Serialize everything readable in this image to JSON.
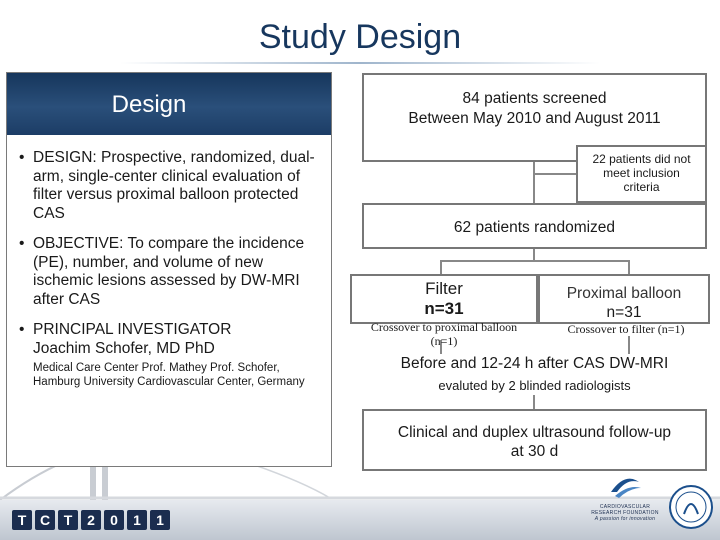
{
  "title": "Study Design",
  "left_panel": {
    "header": "Design",
    "design_label": "DESIGN:",
    "design_text": " Prospective, randomized, dual-arm, single-center clinical evaluation of filter versus proximal balloon protected CAS",
    "objective_label": "OBJECTIVE:",
    "objective_text": "   To compare the incidence (PE), number, and volume of new ischemic lesions assessed by DW-MRI after CAS",
    "pi_label": "PRINCIPAL INVESTIGATOR",
    "pi_name": "Joachim Schofer, MD PhD",
    "pi_affiliation": "Medical Care Center Prof. Mathey Prof. Schofer, Hamburg University Cardiovascular Center, Germany"
  },
  "flow": {
    "screened_line1": "84 patients screened",
    "screened_line2": "Between May 2010 and August 2011",
    "excluded_line1": "22 patients did not",
    "excluded_line2": "meet inclusion",
    "excluded_line3": "criteria",
    "randomized": "62 patients randomized",
    "filter_label": "Filter",
    "filter_n": "n=31",
    "balloon_label": "Proximal balloon",
    "balloon_n": "n=31",
    "crossover_left_1": "Crossover to proximal balloon",
    "crossover_left_2": "(n=1)",
    "crossover_right": "Crossover to filter (n=1)",
    "mri": "Before and 12-24 h after CAS DW-MRI",
    "radiologists": "evaluted by 2 blinded radiologists",
    "followup_line1": "Clinical  and duplex ultrasound follow-up",
    "followup_line2": "at 30 d"
  },
  "footer": {
    "tct_chars": [
      "T",
      "C",
      "T",
      "2",
      "0",
      "1",
      "1"
    ],
    "crf_text_1": "CARDIOVASCULAR",
    "crf_text_2": "RESEARCH FOUNDATION",
    "crf_tagline": "A passion for innovation"
  }
}
